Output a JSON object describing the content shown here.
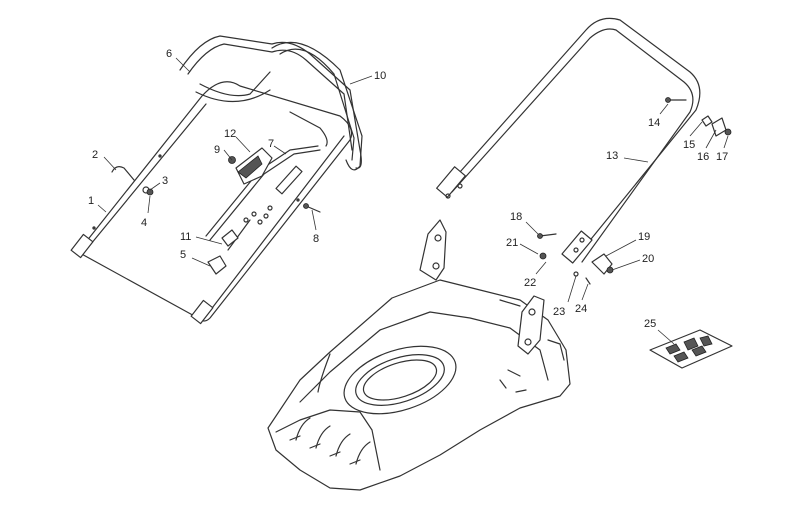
{
  "diagram": {
    "callouts": [
      {
        "id": "1",
        "label": "1"
      },
      {
        "id": "2",
        "label": "2"
      },
      {
        "id": "3",
        "label": "3"
      },
      {
        "id": "4",
        "label": "4"
      },
      {
        "id": "5",
        "label": "5"
      },
      {
        "id": "6",
        "label": "6"
      },
      {
        "id": "7",
        "label": "7"
      },
      {
        "id": "8",
        "label": "8"
      },
      {
        "id": "9",
        "label": "9"
      },
      {
        "id": "10",
        "label": "10"
      },
      {
        "id": "11",
        "label": "11"
      },
      {
        "id": "12",
        "label": "12"
      },
      {
        "id": "13",
        "label": "13"
      },
      {
        "id": "14",
        "label": "14"
      },
      {
        "id": "15",
        "label": "15"
      },
      {
        "id": "16",
        "label": "16"
      },
      {
        "id": "17",
        "label": "17"
      },
      {
        "id": "18",
        "label": "18"
      },
      {
        "id": "19",
        "label": "19"
      },
      {
        "id": "20",
        "label": "20"
      },
      {
        "id": "21",
        "label": "21"
      },
      {
        "id": "22",
        "label": "22"
      },
      {
        "id": "23",
        "label": "23"
      },
      {
        "id": "24",
        "label": "24"
      },
      {
        "id": "25",
        "label": "25"
      }
    ],
    "colors": {
      "line": "#333333",
      "background": "#ffffff"
    }
  }
}
